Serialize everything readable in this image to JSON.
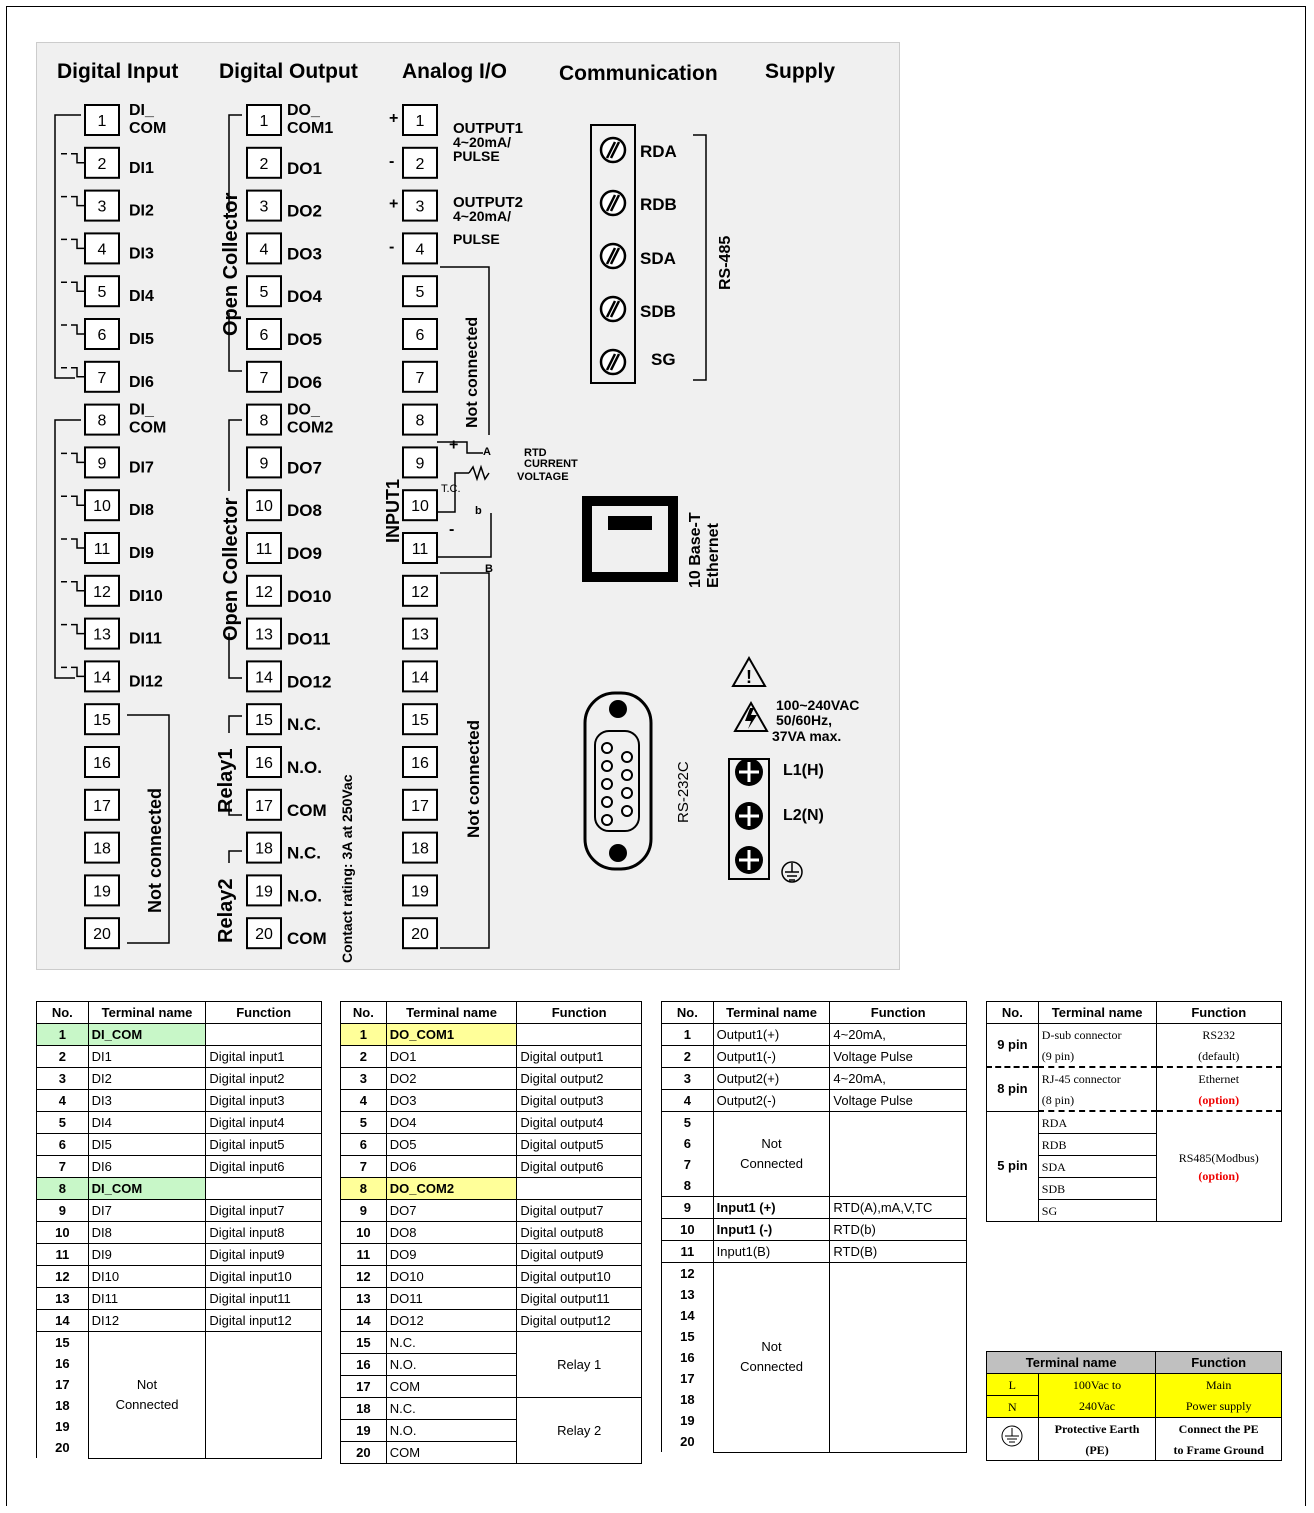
{
  "diagram": {
    "headers": {
      "digital_input": "Digital Input",
      "digital_output": "Digital Output",
      "analog_io": "Analog I/O",
      "communication": "Communication",
      "supply": "Supply"
    },
    "terminal_numbers": [
      "1",
      "2",
      "3",
      "4",
      "5",
      "6",
      "7",
      "8",
      "9",
      "10",
      "11",
      "12",
      "13",
      "14",
      "15",
      "16",
      "17",
      "18",
      "19",
      "20"
    ],
    "di_labels": [
      "DI_\nCOM",
      "DI1",
      "DI2",
      "DI3",
      "DI4",
      "DI5",
      "DI6",
      "DI_\nCOM",
      "DI7",
      "DI8",
      "DI9",
      "DI10",
      "DI11",
      "DI12"
    ],
    "do_labels": [
      "DO_\nCOM1",
      "DO1",
      "DO2",
      "DO3",
      "DO4",
      "DO5",
      "DO6",
      "DO_\nCOM2",
      "DO7",
      "DO8",
      "DO9",
      "DO10",
      "DO11",
      "DO12",
      "N.C.",
      "N.O.",
      "COM",
      "N.C.",
      "N.O.",
      "COM"
    ],
    "open_collector": "Open Collector",
    "relay1": "Relay1",
    "relay2": "Relay2",
    "contact_rating": "Contact rating: 3A at 250Vac",
    "not_connected": "Not connected",
    "output1": [
      "OUTPUT1",
      "4~20mA/",
      "PULSE"
    ],
    "output2": [
      "OUTPUT2",
      "4~20mA/",
      "PULSE"
    ],
    "input1": "INPUT1",
    "tc": "T.C.",
    "rtd": [
      "RTD",
      "CURRENT",
      "VOLTAGE"
    ],
    "rtd_a": "A",
    "rtd_b_small": "b",
    "rtd_b": "B",
    "rs485_terms": [
      "RDA",
      "RDB",
      "SDA",
      "SDB",
      "SG"
    ],
    "rs485": "RS-485",
    "ethernet": [
      "10 Base-T",
      "Ethernet"
    ],
    "rs232": "RS-232C",
    "supply_spec": [
      "100~240VAC",
      "50/60Hz,",
      "37VA max."
    ],
    "supply_terms": [
      "L1(H)",
      "L2(N)"
    ]
  },
  "table1": {
    "headers": [
      "No.",
      "Terminal name",
      "Function"
    ],
    "rows": [
      [
        "1",
        "DI_COM",
        ""
      ],
      [
        "2",
        "DI1",
        "Digital input1"
      ],
      [
        "3",
        "DI2",
        "Digital input2"
      ],
      [
        "4",
        "DI3",
        "Digital input3"
      ],
      [
        "5",
        "DI4",
        "Digital input4"
      ],
      [
        "6",
        "DI5",
        "Digital input5"
      ],
      [
        "7",
        "DI6",
        "Digital input6"
      ],
      [
        "8",
        "DI_COM",
        ""
      ],
      [
        "9",
        "DI7",
        "Digital input7"
      ],
      [
        "10",
        "DI8",
        "Digital input8"
      ],
      [
        "11",
        "DI9",
        "Digital input9"
      ],
      [
        "12",
        "DI10",
        "Digital input10"
      ],
      [
        "13",
        "DI11",
        "Digital input11"
      ],
      [
        "14",
        "DI12",
        "Digital input12"
      ]
    ],
    "nc_nos": [
      "15",
      "16",
      "17",
      "18",
      "19",
      "20"
    ],
    "nc_label": [
      "Not",
      "Connected"
    ]
  },
  "table2": {
    "headers": [
      "No.",
      "Terminal name",
      "Function"
    ],
    "rows": [
      [
        "1",
        "DO_COM1",
        ""
      ],
      [
        "2",
        "DO1",
        "Digital output1"
      ],
      [
        "3",
        "DO2",
        "Digital output2"
      ],
      [
        "4",
        "DO3",
        "Digital output3"
      ],
      [
        "5",
        "DO4",
        "Digital output4"
      ],
      [
        "6",
        "DO5",
        "Digital output5"
      ],
      [
        "7",
        "DO6",
        "Digital output6"
      ],
      [
        "8",
        "DO_COM2",
        ""
      ],
      [
        "9",
        "DO7",
        "Digital output7"
      ],
      [
        "10",
        "DO8",
        "Digital output8"
      ],
      [
        "11",
        "DO9",
        "Digital output9"
      ],
      [
        "12",
        "DO10",
        "Digital output10"
      ],
      [
        "13",
        "DO11",
        "Digital output11"
      ],
      [
        "14",
        "DO12",
        "Digital output12"
      ],
      [
        "15",
        "N.C.",
        ""
      ],
      [
        "16",
        "N.O.",
        ""
      ],
      [
        "17",
        "COM",
        ""
      ],
      [
        "18",
        "N.C.",
        ""
      ],
      [
        "19",
        "N.O.",
        ""
      ],
      [
        "20",
        "COM",
        ""
      ]
    ],
    "relay1": "Relay 1",
    "relay2": "Relay 2"
  },
  "table3": {
    "headers": [
      "No.",
      "Terminal name",
      "Function"
    ],
    "rows": [
      [
        "1",
        "Output1(+)",
        "4~20mA,"
      ],
      [
        "2",
        "Output1(-)",
        "Voltage Pulse"
      ],
      [
        "3",
        "Output2(+)",
        "4~20mA,"
      ],
      [
        "4",
        "Output2(-)",
        "Voltage Pulse"
      ],
      [
        "9",
        "Input1 (+)",
        "RTD(A),mA,V,TC"
      ],
      [
        "10",
        "Input1 (-)",
        "RTD(b)"
      ],
      [
        "11",
        "Input1(B)",
        "RTD(B)"
      ]
    ],
    "nc_nos_a": [
      "5",
      "6",
      "7",
      "8"
    ],
    "nc_nos_b": [
      "12",
      "13",
      "14",
      "15",
      "16",
      "17",
      "18",
      "19",
      "20"
    ],
    "nc_label": [
      "Not",
      "Connected"
    ]
  },
  "table4": {
    "headers": [
      "No.",
      "Terminal name",
      "Function"
    ],
    "pin9": "9 pin",
    "pin9_name": [
      "D-sub connector",
      "(9 pin)"
    ],
    "pin9_fn": [
      "RS232",
      "(default)"
    ],
    "pin8": "8 pin",
    "pin8_name": [
      "RJ-45 connector",
      "(8 pin)"
    ],
    "pin8_fn": [
      "Ethernet",
      "(option)"
    ],
    "pin5": "5 pin",
    "pin5_names": [
      "RDA",
      "RDB",
      "SDA",
      "SDB",
      "SG"
    ],
    "pin5_fn": [
      "RS485(Modbus)",
      "(option)"
    ]
  },
  "table5": {
    "headers": [
      "Terminal name",
      "Function"
    ],
    "l": "L",
    "n": "N",
    "volt": [
      "100Vac to",
      "240Vac"
    ],
    "main": [
      "Main",
      "Power supply"
    ],
    "pe": [
      "Protective Earth",
      "(PE)"
    ],
    "pe_fn": [
      "Connect the PE",
      "to Frame Ground"
    ]
  },
  "colors": {
    "di_highlight": "#c8f7c8",
    "do_highlight": "#ffff99",
    "supply_highlight": "#ffff00",
    "option": "#e00000"
  }
}
